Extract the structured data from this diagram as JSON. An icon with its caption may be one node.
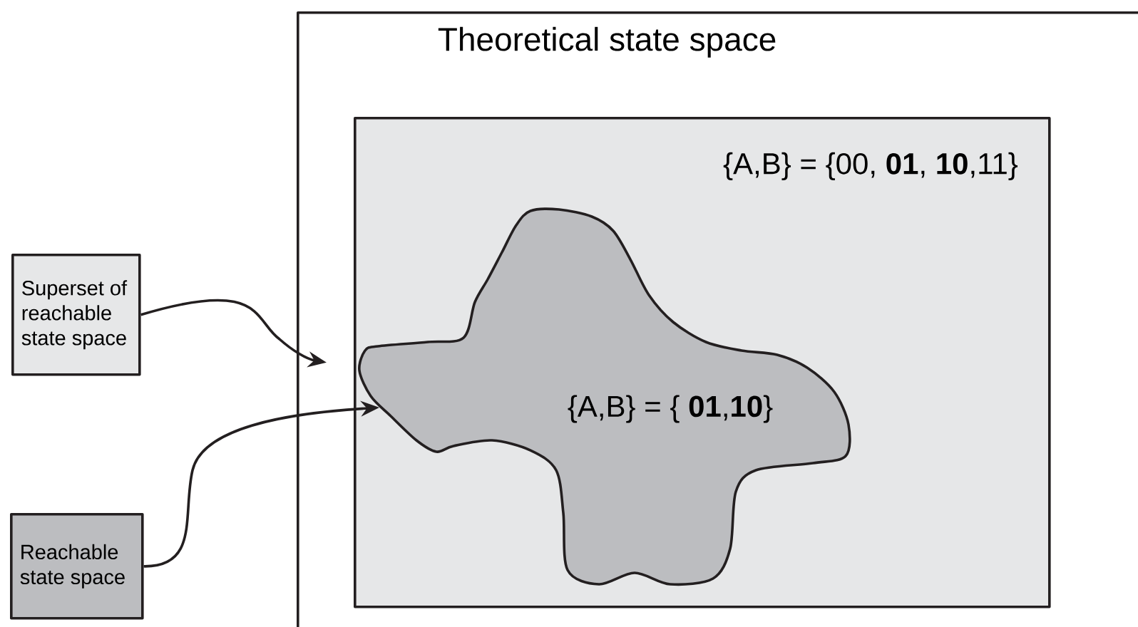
{
  "diagram": {
    "nodes": [
      {
        "text": [
          "Theoretical state space"
        ]
      },
      {
        "text": [
          "{A,B} = {00, **01**, **10**,11}"
        ],
        "in": 0
      },
      {
        "text": [
          "{A,B} = { **01**,**10**}"
        ],
        "in": 1
      },
      {
        "text": [
          "Superset of reachable state space"
        ]
      },
      {
        "text": [
          "Reachable state space"
        ]
      }
    ],
    "edges": [
      {
        "from": 3,
        "to": 1,
        "arrow": "to"
      },
      {
        "from": 4,
        "to": 2,
        "arrow": "to"
      }
    ]
  }
}
